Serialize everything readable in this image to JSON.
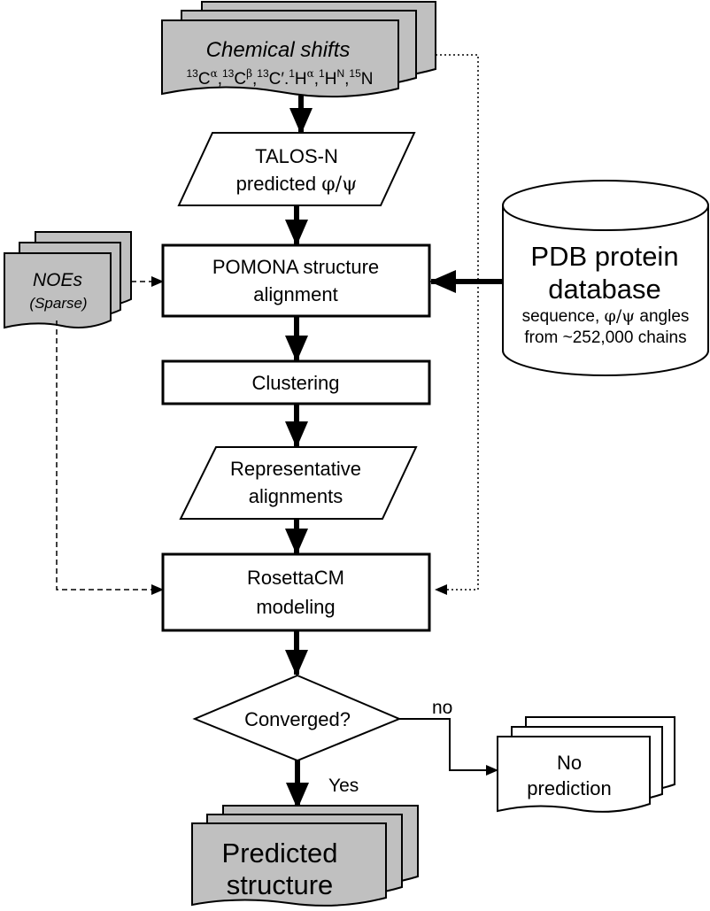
{
  "chemical_shifts": {
    "title": "Chemical shifts",
    "nuclei": {
      "ca_mass": "13",
      "ca_base": "C",
      "ca_sup": "α",
      "sep1": ",",
      "cb_mass": "13",
      "cb_base": "C",
      "cb_sup": "β",
      "sep2": ",",
      "cp_mass": "13",
      "cp_base": "C′.",
      "ha_mass": "1",
      "ha_base": "H",
      "ha_sup": "α",
      "sep3": ",",
      "hn_mass": "1",
      "hn_base": "H",
      "hn_sup": "N",
      "sep4": ",",
      "n_mass": "15",
      "n_base": "N"
    }
  },
  "talos": {
    "line1": "TALOS-N",
    "line2_text": "predicted ",
    "line2_symbol": "φ/ψ"
  },
  "noes": {
    "line1": "NOEs",
    "line2": "(Sparse)"
  },
  "pomona": {
    "line1": "POMONA structure",
    "line2": "alignment"
  },
  "pdb": {
    "line1": "PDB protein",
    "line2": "database",
    "line3_a": "sequence, ",
    "line3_symbol": "φ/ψ",
    "line3_b": " angles",
    "line4": "from ~252,000 chains"
  },
  "clustering": {
    "label": "Clustering"
  },
  "representative": {
    "line1": "Representative",
    "line2": "alignments"
  },
  "rosetta": {
    "line1": "RosettaCM",
    "line2": "modeling"
  },
  "converged": {
    "label": "Converged?",
    "no_label": "no",
    "yes_label": "Yes"
  },
  "no_prediction": {
    "line1": "No",
    "line2": "prediction"
  },
  "predicted": {
    "line1": "Predicted",
    "line2": "structure"
  },
  "colors": {
    "doc_fill": "#c0c0c0",
    "white_fill": "#ffffff",
    "stroke": "#000000"
  }
}
